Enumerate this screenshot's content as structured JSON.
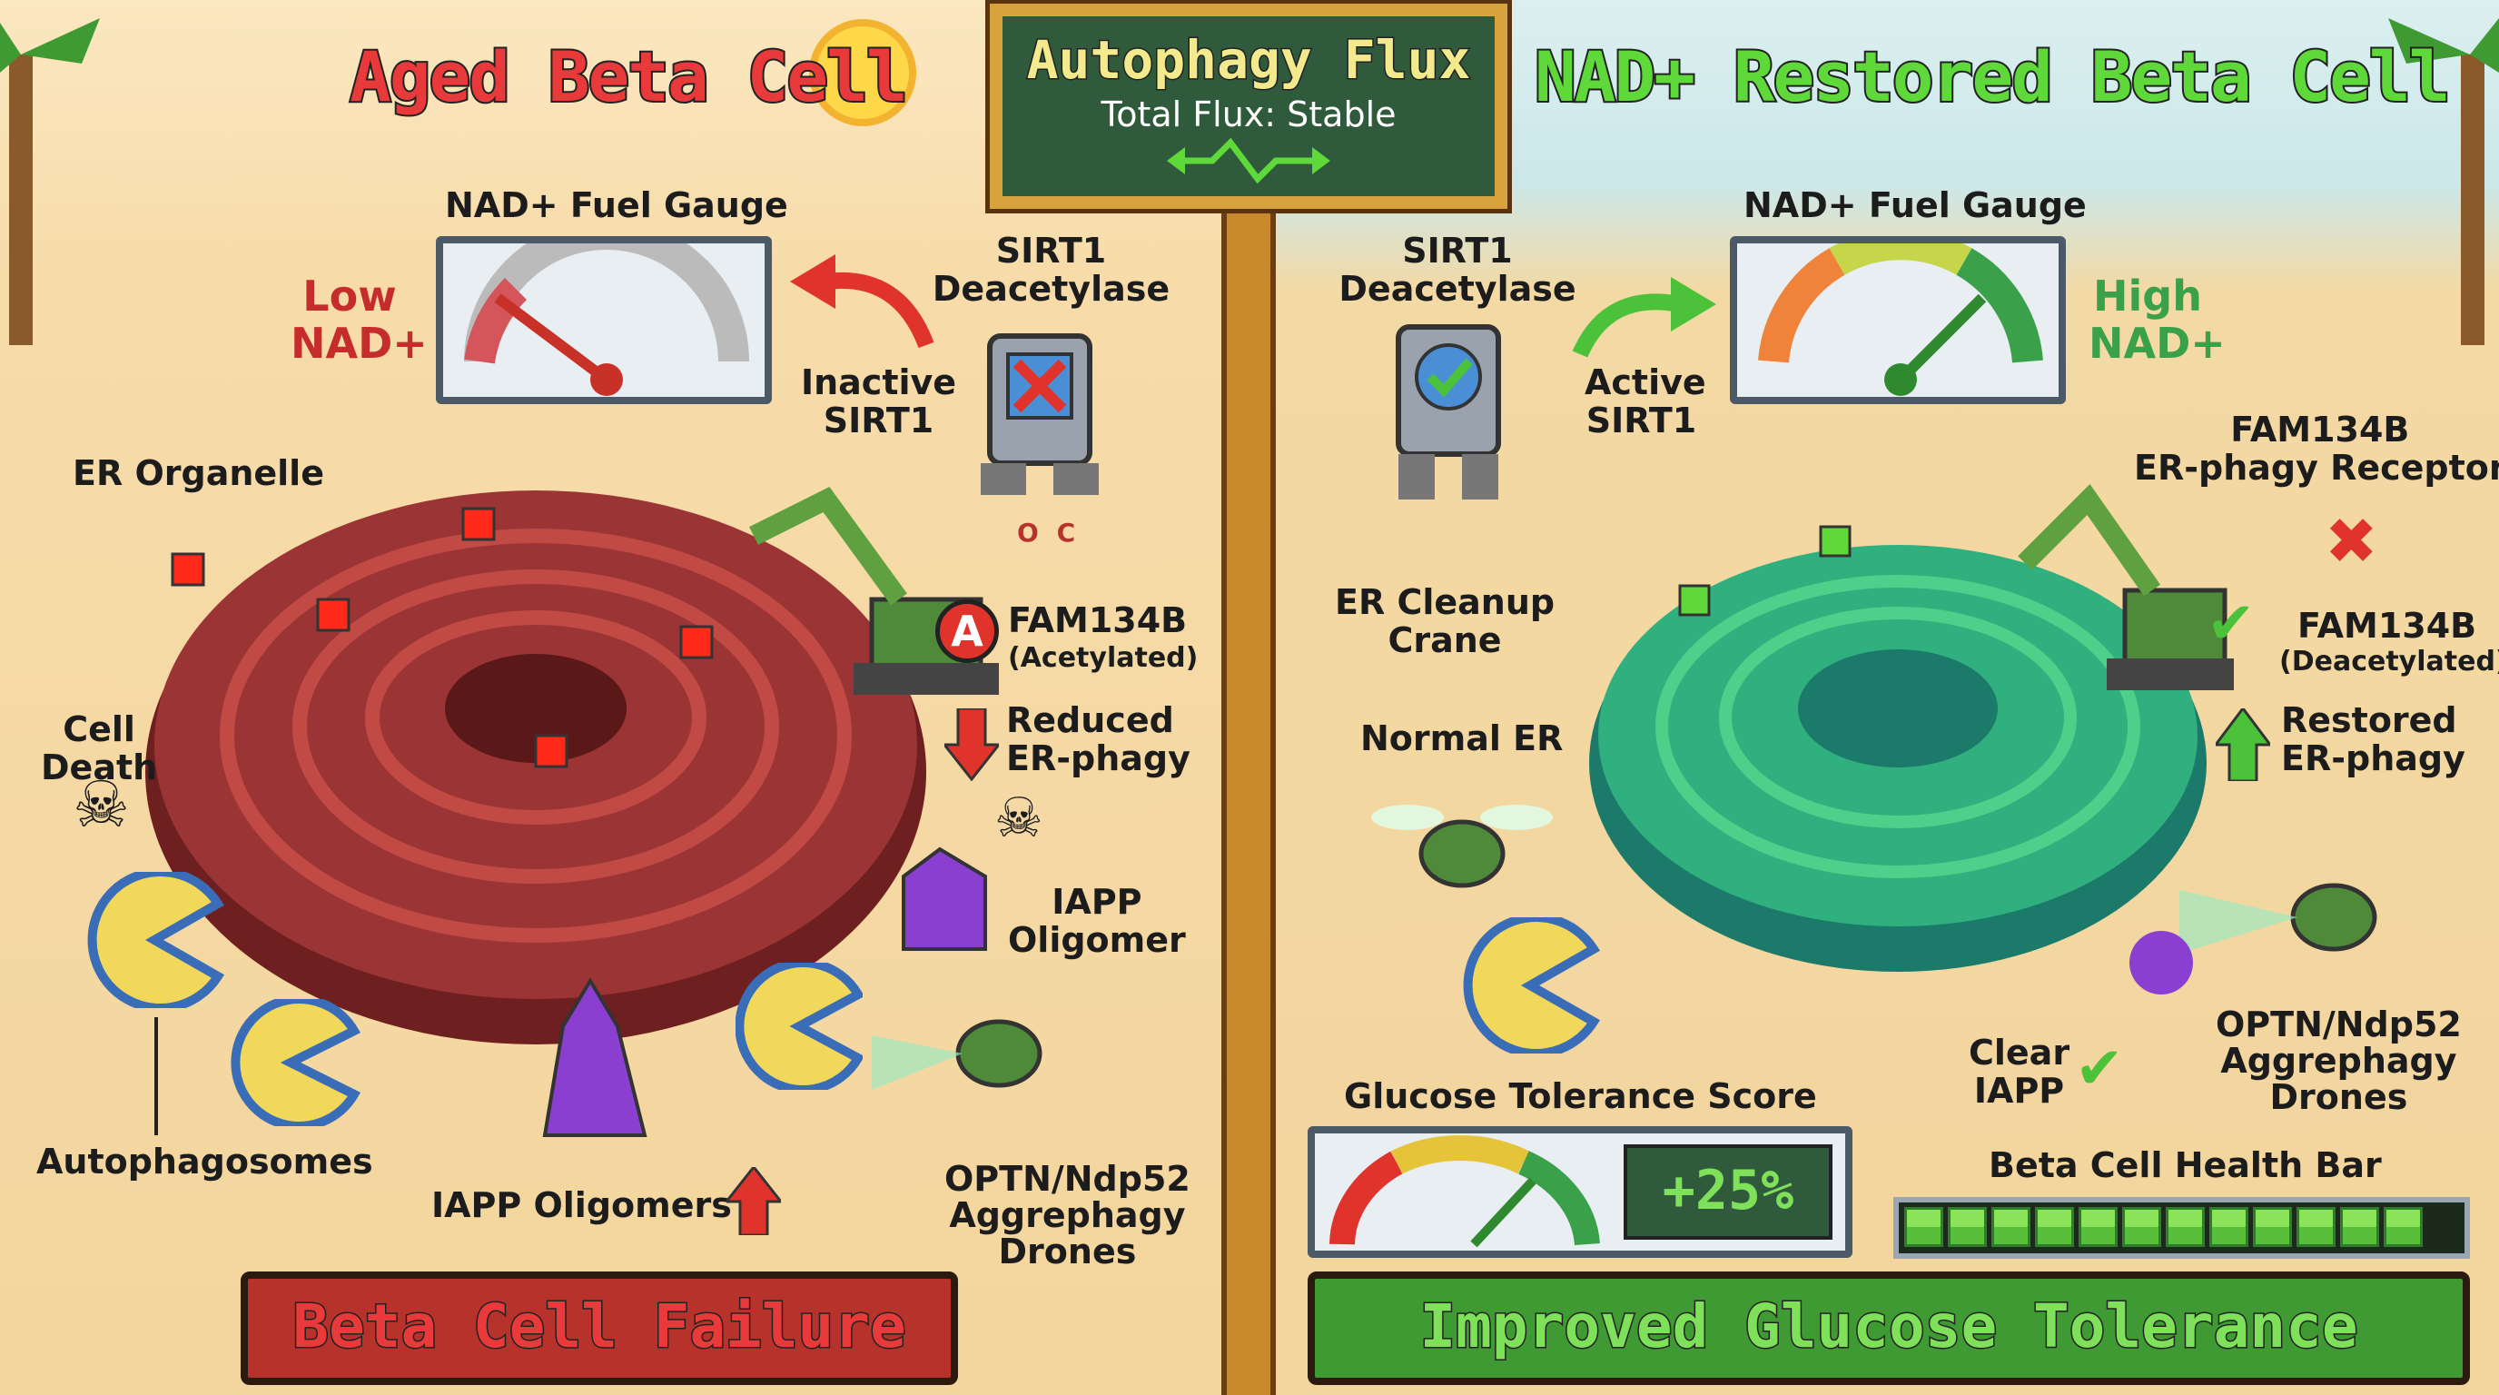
{
  "left": {
    "title": "Aged Beta Cell",
    "gauge_label": "NAD+ Fuel Gauge",
    "gauge_level": 0.2,
    "nad_status": [
      "Low",
      "NAD+"
    ],
    "sirt1_label": [
      "SIRT1",
      "Deacetylase"
    ],
    "sirt1_state": [
      "Inactive",
      "SIRT1"
    ],
    "er_label": "ER Organelle",
    "cell_death": [
      "Cell",
      "Death"
    ],
    "acetyl_mark": "A",
    "acetyl_group": [
      "O",
      "C"
    ],
    "fam134b": "FAM134B",
    "fam134b_state": "(Acetylated)",
    "erphagy": [
      "Reduced",
      "ER-phagy"
    ],
    "iapp_oligomer": [
      "IAPP",
      "Oligomer"
    ],
    "autophagosomes": "Autophagosomes",
    "iapp_oligomers": "IAPP Oligomers",
    "drones": [
      "OPTN/Ndp52",
      "Aggrephagy",
      "Drones"
    ],
    "banner": "Beta Cell Failure",
    "colors": {
      "title": "#e83a3a",
      "er": "#8e2f2f",
      "banner": "#b8322c"
    }
  },
  "center": {
    "title": "Autophagy Flux",
    "subtitle": "Total Flux: Stable"
  },
  "right": {
    "title": "NAD+ Restored Beta Cell",
    "gauge_label": "NAD+ Fuel Gauge",
    "gauge_level": 0.8,
    "nad_status": [
      "High",
      "NAD+"
    ],
    "sirt1_label": [
      "SIRT1",
      "Deacetylase"
    ],
    "sirt1_state": [
      "Active",
      "SIRT1"
    ],
    "receptor_label": [
      "FAM134B",
      "ER-phagy Receptor"
    ],
    "crane_label": [
      "ER Cleanup",
      "Crane"
    ],
    "fam134b": "FAM134B",
    "fam134b_state": "(Deacetylated)",
    "er_label": "Normal ER",
    "erphagy": [
      "Restored",
      "ER-phagy"
    ],
    "score_label": "Glucose Tolerance Score",
    "score_value": "+25%",
    "clear_iapp": [
      "Clear",
      "IAPP"
    ],
    "drones": [
      "OPTN/Ndp52",
      "Aggrephagy",
      "Drones"
    ],
    "health_label": "Beta Cell Health Bar",
    "health_segments_filled": 12,
    "health_segments_total": 12,
    "banner": "Improved Glucose Tolerance",
    "colors": {
      "title": "#5fd83a",
      "er": "#2aa37a",
      "banner": "#3f9a33"
    }
  }
}
